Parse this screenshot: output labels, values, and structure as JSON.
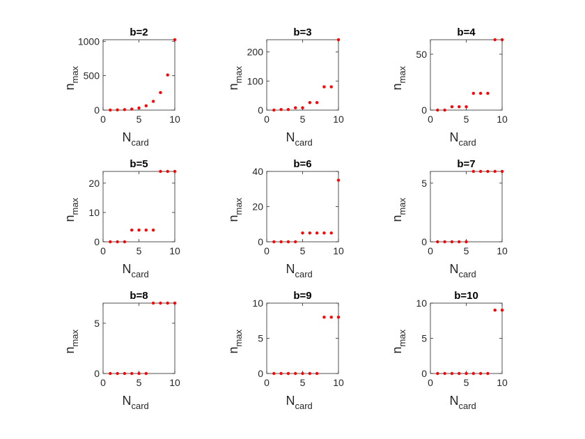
{
  "chart_data": [
    {
      "type": "scatter",
      "title": "b=2",
      "xlabel": "N",
      "xlabel_sub": "card",
      "ylabel": "n",
      "ylabel_sub": "max",
      "xlim": [
        0,
        10
      ],
      "ylim": [
        0,
        1023
      ],
      "xticks": [
        "0",
        "5",
        "10"
      ],
      "yticks": [
        0,
        500,
        1000
      ],
      "ytick_labels": [
        "0",
        "500",
        "1000"
      ],
      "color": "#ff0000",
      "x": [
        1,
        2,
        3,
        4,
        5,
        6,
        7,
        8,
        9,
        10
      ],
      "y": [
        1,
        3,
        7,
        15,
        31,
        63,
        127,
        255,
        511,
        1023
      ]
    },
    {
      "type": "scatter",
      "title": "b=3",
      "xlabel": "N",
      "xlabel_sub": "card",
      "ylabel": "n",
      "ylabel_sub": "max",
      "xlim": [
        0,
        10
      ],
      "ylim": [
        0,
        242
      ],
      "xticks": [
        "0",
        "5",
        "10"
      ],
      "yticks": [
        0,
        100,
        200
      ],
      "ytick_labels": [
        "0",
        "100",
        "200"
      ],
      "color": "#ff0000",
      "x": [
        1,
        2,
        3,
        4,
        5,
        6,
        7,
        8,
        9,
        10
      ],
      "y": [
        0,
        2,
        2,
        8,
        8,
        26,
        26,
        80,
        80,
        242
      ]
    },
    {
      "type": "scatter",
      "title": "b=4",
      "xlabel": "N",
      "xlabel_sub": "card",
      "ylabel": "n",
      "ylabel_sub": "max",
      "xlim": [
        0,
        10
      ],
      "ylim": [
        0,
        63
      ],
      "xticks": [
        "0",
        "5",
        "10"
      ],
      "yticks": [
        0,
        50
      ],
      "ytick_labels": [
        "0",
        "50"
      ],
      "color": "#ff0000",
      "x": [
        1,
        2,
        3,
        4,
        5,
        6,
        7,
        8,
        9,
        10
      ],
      "y": [
        0,
        0,
        3,
        3,
        3,
        15,
        15,
        15,
        63,
        63
      ]
    },
    {
      "type": "scatter",
      "title": "b=5",
      "xlabel": "N",
      "xlabel_sub": "card",
      "ylabel": "n",
      "ylabel_sub": "max",
      "xlim": [
        0,
        10
      ],
      "ylim": [
        0,
        24
      ],
      "xticks": [
        "0",
        "5",
        "10"
      ],
      "yticks": [
        0,
        10,
        20
      ],
      "ytick_labels": [
        "0",
        "10",
        "20"
      ],
      "color": "#ff0000",
      "x": [
        1,
        2,
        3,
        4,
        5,
        6,
        7,
        8,
        9,
        10
      ],
      "y": [
        0,
        0,
        0,
        4,
        4,
        4,
        4,
        24,
        24,
        24
      ]
    },
    {
      "type": "scatter",
      "title": "b=6",
      "xlabel": "N",
      "xlabel_sub": "card",
      "ylabel": "n",
      "ylabel_sub": "max",
      "xlim": [
        0,
        10
      ],
      "ylim": [
        0,
        40
      ],
      "xticks": [
        "0",
        "5",
        "10"
      ],
      "yticks": [
        0,
        20,
        40
      ],
      "ytick_labels": [
        "0",
        "20",
        "40"
      ],
      "color": "#ff0000",
      "x": [
        1,
        2,
        3,
        4,
        5,
        6,
        7,
        8,
        9,
        10
      ],
      "y": [
        0,
        0,
        0,
        0,
        5,
        5,
        5,
        5,
        5,
        35
      ]
    },
    {
      "type": "scatter",
      "title": "b=7",
      "xlabel": "N",
      "xlabel_sub": "card",
      "ylabel": "n",
      "ylabel_sub": "max",
      "xlim": [
        0,
        10
      ],
      "ylim": [
        0,
        6
      ],
      "xticks": [
        "0",
        "5",
        "10"
      ],
      "yticks": [
        0,
        5
      ],
      "ytick_labels": [
        "0",
        "5"
      ],
      "color": "#ff0000",
      "x": [
        1,
        2,
        3,
        4,
        5,
        6,
        7,
        8,
        9,
        10
      ],
      "y": [
        0,
        0,
        0,
        0,
        0,
        6,
        6,
        6,
        6,
        6
      ]
    },
    {
      "type": "scatter",
      "title": "b=8",
      "xlabel": "N",
      "xlabel_sub": "card",
      "ylabel": "n",
      "ylabel_sub": "max",
      "xlim": [
        0,
        10
      ],
      "ylim": [
        0,
        7
      ],
      "xticks": [
        "0",
        "5",
        "10"
      ],
      "yticks": [
        0,
        5
      ],
      "ytick_labels": [
        "0",
        "5"
      ],
      "color": "#ff0000",
      "x": [
        1,
        2,
        3,
        4,
        5,
        6,
        7,
        8,
        9,
        10
      ],
      "y": [
        0,
        0,
        0,
        0,
        0,
        0,
        7,
        7,
        7,
        7
      ]
    },
    {
      "type": "scatter",
      "title": "b=9",
      "xlabel": "N",
      "xlabel_sub": "card",
      "ylabel": "n",
      "ylabel_sub": "max",
      "xlim": [
        0,
        10
      ],
      "ylim": [
        0,
        10
      ],
      "xticks": [
        "0",
        "5",
        "10"
      ],
      "yticks": [
        0,
        5,
        10
      ],
      "ytick_labels": [
        "0",
        "5",
        "10"
      ],
      "color": "#ff0000",
      "x": [
        1,
        2,
        3,
        4,
        5,
        6,
        7,
        8,
        9,
        10
      ],
      "y": [
        0,
        0,
        0,
        0,
        0,
        0,
        0,
        8,
        8,
        8
      ]
    },
    {
      "type": "scatter",
      "title": "b=10",
      "xlabel": "N",
      "xlabel_sub": "card",
      "ylabel": "n",
      "ylabel_sub": "max",
      "xlim": [
        0,
        10
      ],
      "ylim": [
        0,
        10
      ],
      "xticks": [
        "0",
        "5",
        "10"
      ],
      "yticks": [
        0,
        5,
        10
      ],
      "ytick_labels": [
        "0",
        "5",
        "10"
      ],
      "color": "#ff0000",
      "x": [
        1,
        2,
        3,
        4,
        5,
        6,
        7,
        8,
        9,
        10
      ],
      "y": [
        0,
        0,
        0,
        0,
        0,
        0,
        0,
        0,
        9,
        9
      ]
    }
  ]
}
